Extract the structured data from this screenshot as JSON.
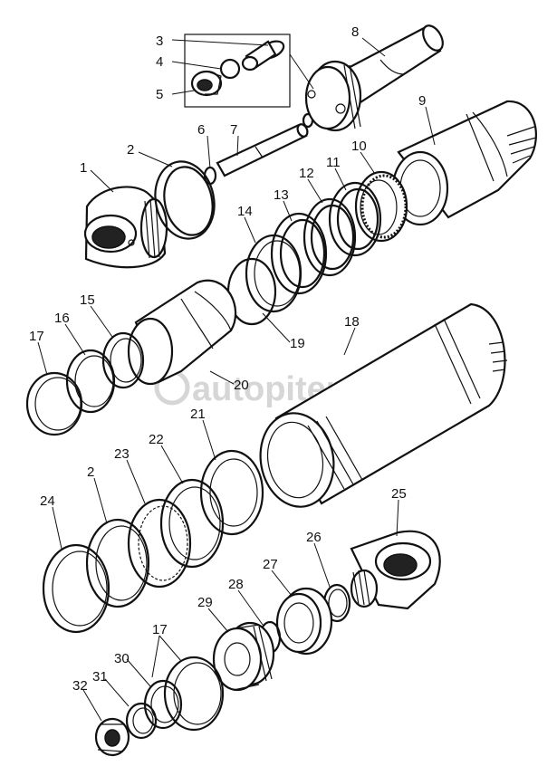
{
  "watermark": "autopiter.ru",
  "labels": [
    {
      "id": "1",
      "text": "1"
    },
    {
      "id": "2a",
      "text": "2"
    },
    {
      "id": "3",
      "text": "3"
    },
    {
      "id": "4",
      "text": "4"
    },
    {
      "id": "5",
      "text": "5"
    },
    {
      "id": "6",
      "text": "6"
    },
    {
      "id": "7",
      "text": "7"
    },
    {
      "id": "8",
      "text": "8"
    },
    {
      "id": "9",
      "text": "9"
    },
    {
      "id": "10",
      "text": "10"
    },
    {
      "id": "11",
      "text": "11"
    },
    {
      "id": "12",
      "text": "12"
    },
    {
      "id": "13",
      "text": "13"
    },
    {
      "id": "14",
      "text": "14"
    },
    {
      "id": "15",
      "text": "15"
    },
    {
      "id": "16",
      "text": "16"
    },
    {
      "id": "17a",
      "text": "17"
    },
    {
      "id": "18",
      "text": "18"
    },
    {
      "id": "19",
      "text": "19"
    },
    {
      "id": "20",
      "text": "20"
    },
    {
      "id": "21",
      "text": "21"
    },
    {
      "id": "22",
      "text": "22"
    },
    {
      "id": "23",
      "text": "23"
    },
    {
      "id": "2b",
      "text": "2"
    },
    {
      "id": "24",
      "text": "24"
    },
    {
      "id": "25",
      "text": "25"
    },
    {
      "id": "26",
      "text": "26"
    },
    {
      "id": "27",
      "text": "27"
    },
    {
      "id": "28",
      "text": "28"
    },
    {
      "id": "29",
      "text": "29"
    },
    {
      "id": "17b",
      "text": "17"
    },
    {
      "id": "30",
      "text": "30"
    },
    {
      "id": "31",
      "text": "31"
    },
    {
      "id": "32",
      "text": "32"
    }
  ]
}
